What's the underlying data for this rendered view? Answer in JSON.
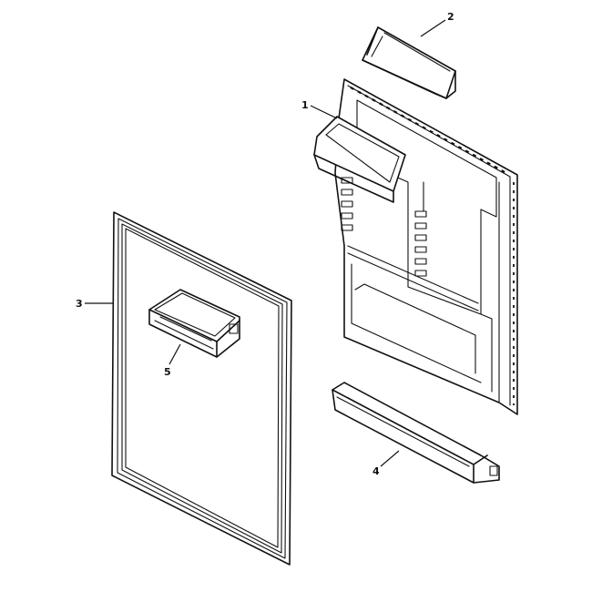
{
  "parts": [
    {
      "callout": "1",
      "icon": "door-liner"
    },
    {
      "callout": "2",
      "icon": "dairy-door"
    },
    {
      "callout": "3",
      "icon": "door-gasket"
    },
    {
      "callout": "4",
      "icon": "door-shelf-bar"
    },
    {
      "callout": "5",
      "icon": "egg-bucket"
    }
  ],
  "colors": {
    "line": "#111111",
    "background": "#ffffff"
  }
}
